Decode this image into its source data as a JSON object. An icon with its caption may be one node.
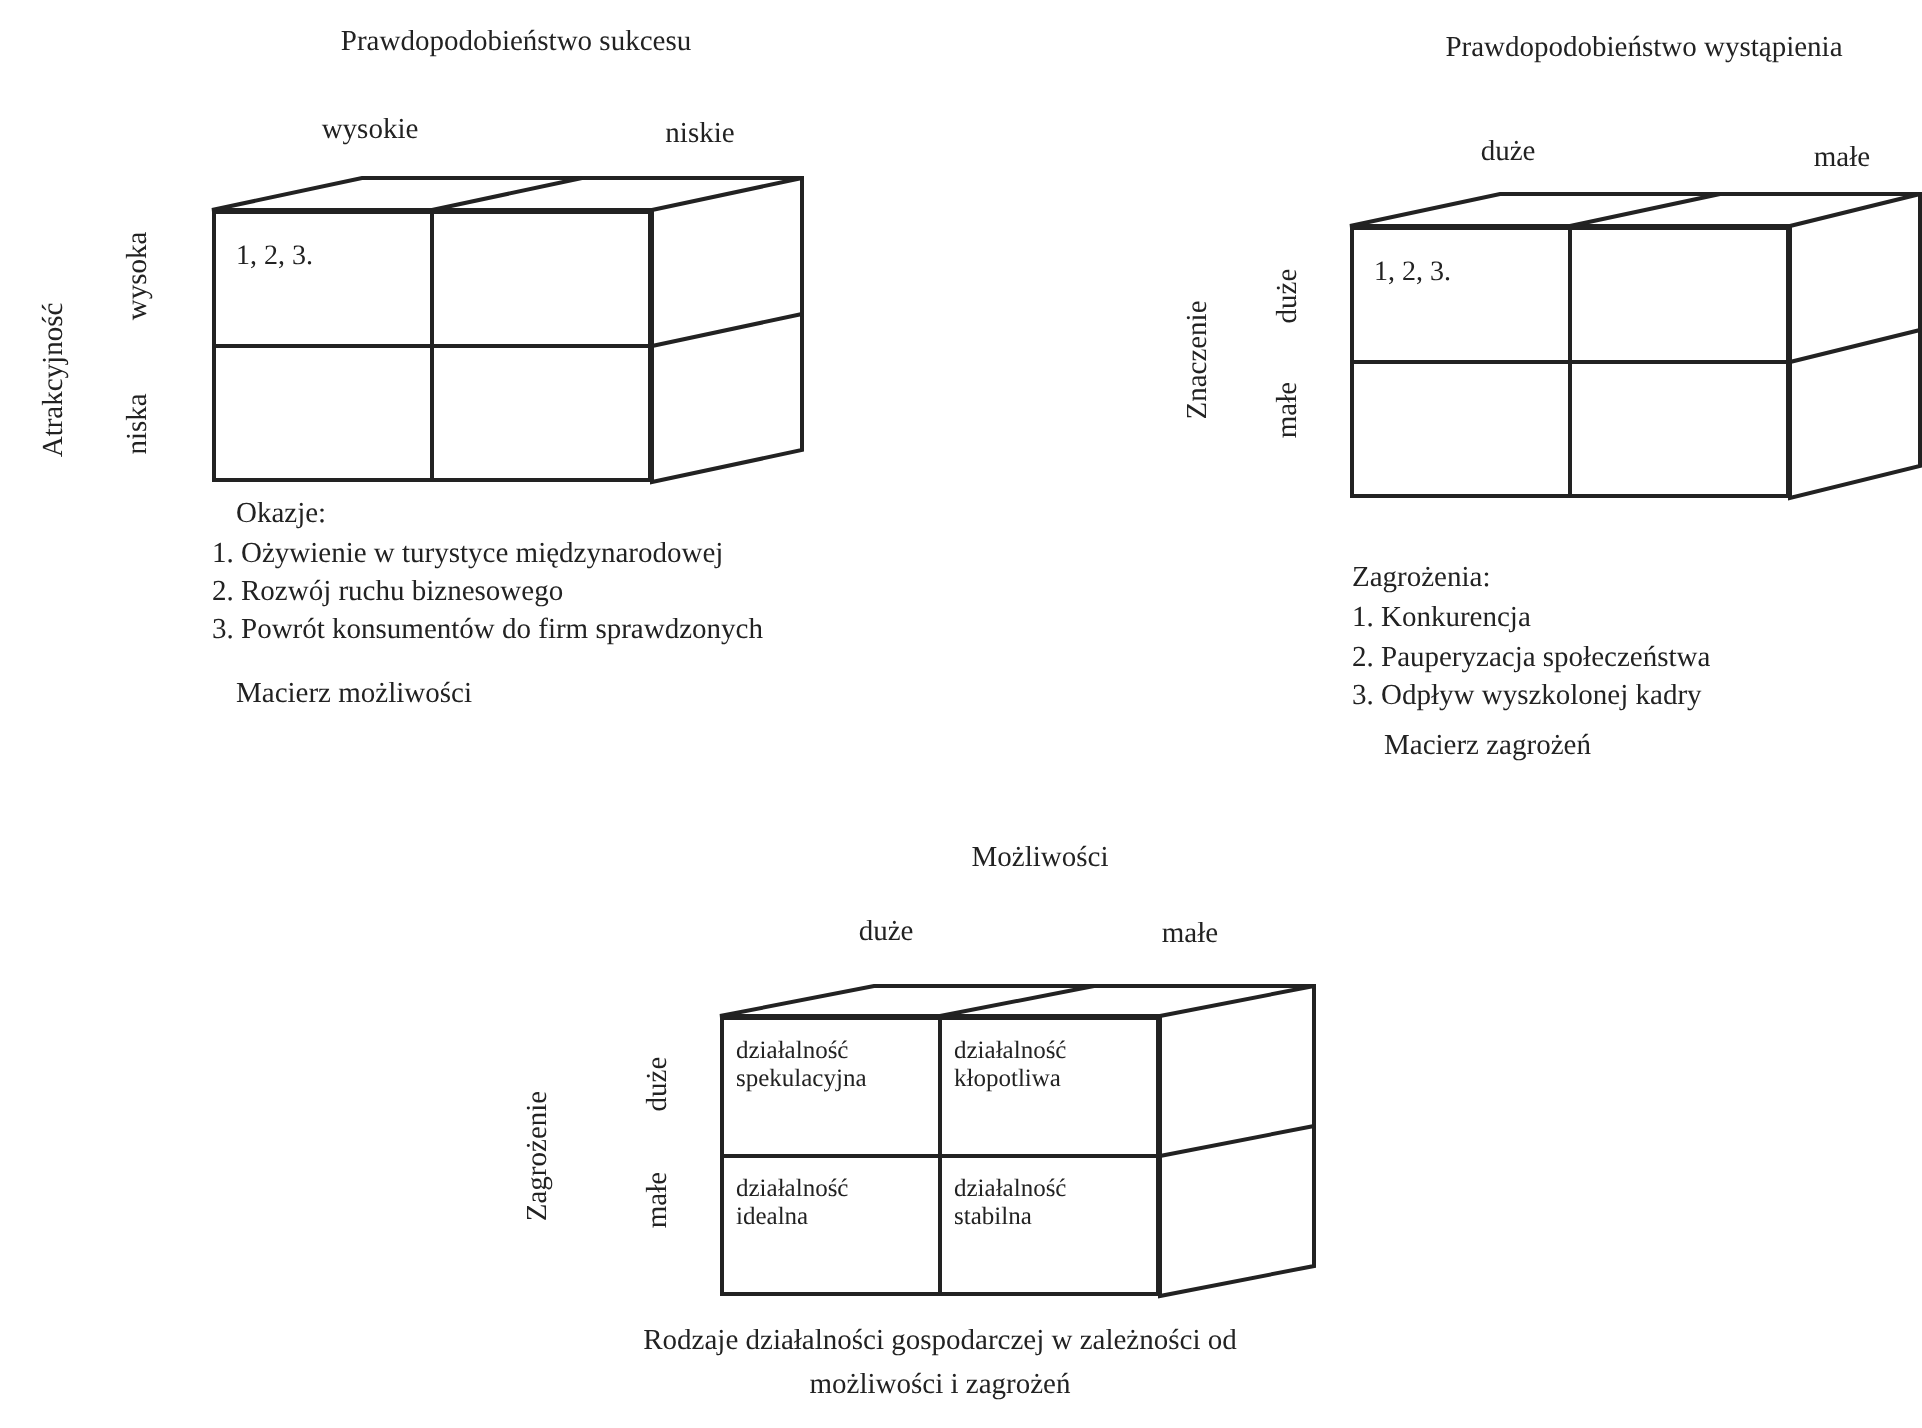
{
  "diagram": {
    "nodes": [
      {
        "text": [
          "1, 2, 3."
        ]
      },
      {
        "text": [],
        "shape": "box"
      },
      {
        "text": [],
        "shape": "box"
      },
      {
        "text": [],
        "shape": "box"
      },
      {
        "text": [
          "1, 2, 3."
        ]
      },
      {
        "text": [],
        "shape": "box"
      },
      {
        "text": [],
        "shape": "box"
      },
      {
        "text": [],
        "shape": "box"
      },
      {
        "text": [
          "działalność spekulacyjna"
        ]
      },
      {
        "text": [
          "działalność kłopotliwa"
        ]
      },
      {
        "text": [
          "działalność idealna"
        ]
      },
      {
        "text": [
          "działalność stabilna"
        ]
      }
    ],
    "edges": [],
    "labels": [
      "Prawdopodobieństwo sukcesu",
      "Prawdopodobieństwo wystąpienia",
      "wysokie",
      "niskie",
      "duże",
      "małe",
      "Atrakcyjność",
      "wysoka",
      "niska",
      "Znaczenie",
      "duże",
      "małe",
      "Okazje:",
      "1. Ożywienie w turystyce międzynarodowej",
      "2. Rozwój ruchu biznesowego",
      "3. Powrót konsumentów do firm sprawdzonych",
      "Macierz możliwości",
      "Zagrożenia:",
      "1. Konkurencja",
      "2. Pauperyzacja społeczeństwa",
      "3. Odpływ wyszkolonej kadry",
      "Macierz zagrożeń",
      "Możliwości",
      "duże",
      "małe",
      "Zagrożenie",
      "duże",
      "małe",
      "Rodzaje działalności gospodarczej w zależności od możliwości i zagrożeń"
    ]
  }
}
